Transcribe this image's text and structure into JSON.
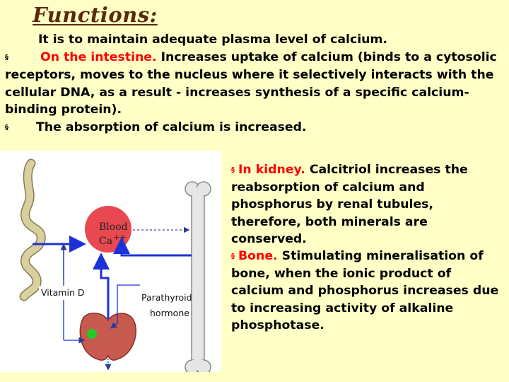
{
  "title": "Functions:",
  "intro": "It is to maintain adequate plasma level of calcium.",
  "bullet_symbol": "§",
  "intestine": {
    "heading": "On the intestine.",
    "text_line1": " Increases uptake of calcium (binds to a",
    "text_rest": "cytosolic receptors,  moves to the nucleus where it selectively interacts with the cellular DNA, as a result -  increases synthesis of a specific calcium-binding protein)."
  },
  "absorption": "The absorption of calcium is increased.",
  "kidney": {
    "heading": "In kidney.",
    "text": "  Calcitriol increases the reabsorption of calcium and phosphorus by renal tubules, therefore, both minerals are conserved."
  },
  "bone": {
    "heading": "Bone.",
    "text": "  Stimulating mineralisation of bone, when the ionic product of calcium and phosphorus increases due to increasing activity of alkaline phosphotase."
  },
  "figure": {
    "blood_label": "Blood",
    "ca_label": "Ca",
    "ca_charge": "++",
    "vitamin_label": "Vitamin D",
    "parathyroid_line1": "Parathyroid",
    "parathyroid_line2": "hormone"
  },
  "colors": {
    "background": "#ffffc6",
    "title": "#5a2a0c",
    "heading_red": "#ff0000",
    "blood": "#e8484f",
    "arrow_blue": "#1c32d8",
    "intestine": "#d9d0a0",
    "bone": "#e6e6e6",
    "gland": "#c65a4e",
    "dot_green": "#22cc22"
  }
}
